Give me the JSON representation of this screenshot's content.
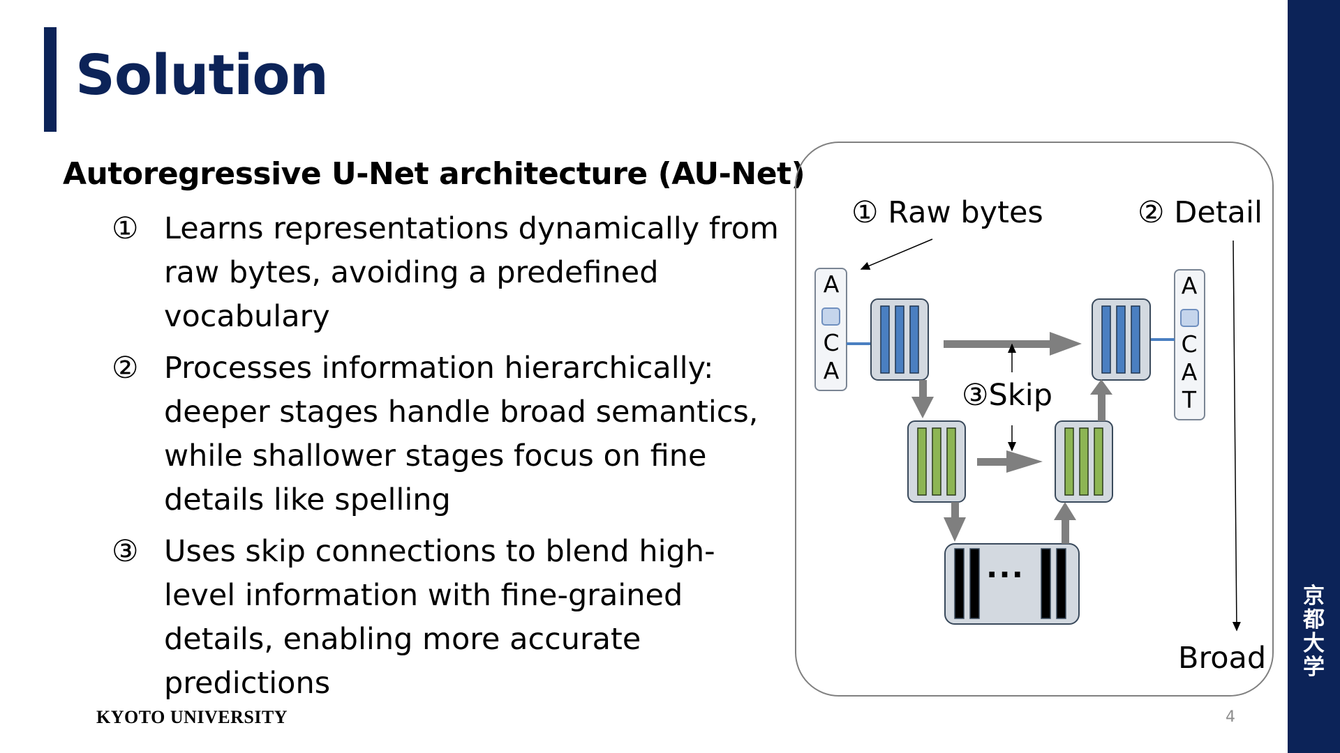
{
  "slide": {
    "title": "Solution",
    "subheading": "Autoregressive U-Net architecture (AU-Net)",
    "points": [
      {
        "num": "①",
        "text": "Learns representations dynamically from raw bytes, avoiding a predefined vocabulary"
      },
      {
        "num": "②",
        "text": "Processes information hierarchically: deeper stages handle broad semantics, while shallower stages focus on fine details like spelling"
      },
      {
        "num": "③",
        "text": "Uses skip connections to blend high-level information with fine-grained details, enabling more accurate predictions"
      }
    ],
    "footer": {
      "brand": "KYOTO UNIVERSITY",
      "page_number": "4"
    },
    "band_kanji": [
      "京",
      "都",
      "大",
      "学"
    ]
  },
  "diagram": {
    "label_raw_bytes": "① Raw bytes",
    "label_detail": "② Detail",
    "label_skip": "③Skip",
    "label_broad": "Broad",
    "input_letters": [
      "A",
      "C",
      "A"
    ],
    "output_letters": [
      "A",
      "C",
      "A",
      "T"
    ],
    "bottleneck_ellipsis": "···",
    "colors": {
      "navy": "#0c2358",
      "blue_block": "#4a7fc1",
      "green_block": "#8db554",
      "arrow_gray": "#7f7f7f",
      "box_fill": "#d3d9e0"
    }
  }
}
